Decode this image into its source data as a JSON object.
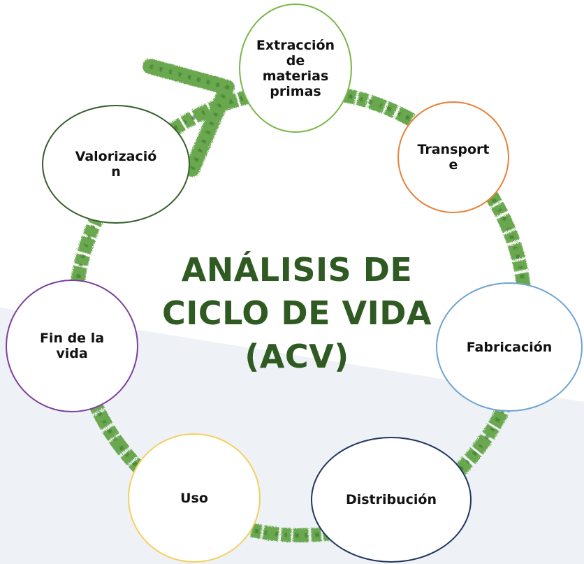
{
  "title": {
    "line1": "ANÁLISIS DE",
    "line2": "CICLO DE VIDA",
    "line3": "(ACV)",
    "color": "#2f5a22"
  },
  "colors": {
    "ring": "#6aa84f",
    "ring_dark": "#3f7a30",
    "band": "#eef2f6"
  },
  "stages": [
    {
      "id": "extraccion",
      "label": "Extracción\nde\nmaterias\nprimas",
      "border": "#7ab648"
    },
    {
      "id": "transporte",
      "label": "Transport\ne",
      "border": "#e8823a"
    },
    {
      "id": "fabricacion",
      "label": "Fabricación",
      "border": "#6fa3d2"
    },
    {
      "id": "distribucion",
      "label": "Distribución",
      "border": "#22365e"
    },
    {
      "id": "uso",
      "label": "Uso",
      "border": "#f4d060"
    },
    {
      "id": "fin-vida",
      "label": "Fin de la\nvida",
      "border": "#7b3fa0"
    },
    {
      "id": "valorizacion",
      "label": "Valorizació\nn",
      "border": "#365f2a"
    }
  ]
}
